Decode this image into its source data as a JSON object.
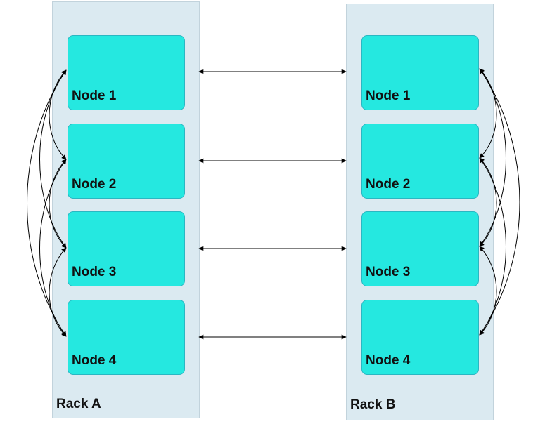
{
  "racks": [
    {
      "label": "Rack A",
      "nodes": [
        "Node 1",
        "Node 2",
        "Node 3",
        "Node 4"
      ]
    },
    {
      "label": "Rack B",
      "nodes": [
        "Node 1",
        "Node 2",
        "Node 3",
        "Node 4"
      ]
    }
  ],
  "colors": {
    "rack_fill": "#dbeaf1",
    "node_fill": "#25e8e0",
    "node_border": "#2ab7c2",
    "connector": "#000000"
  }
}
